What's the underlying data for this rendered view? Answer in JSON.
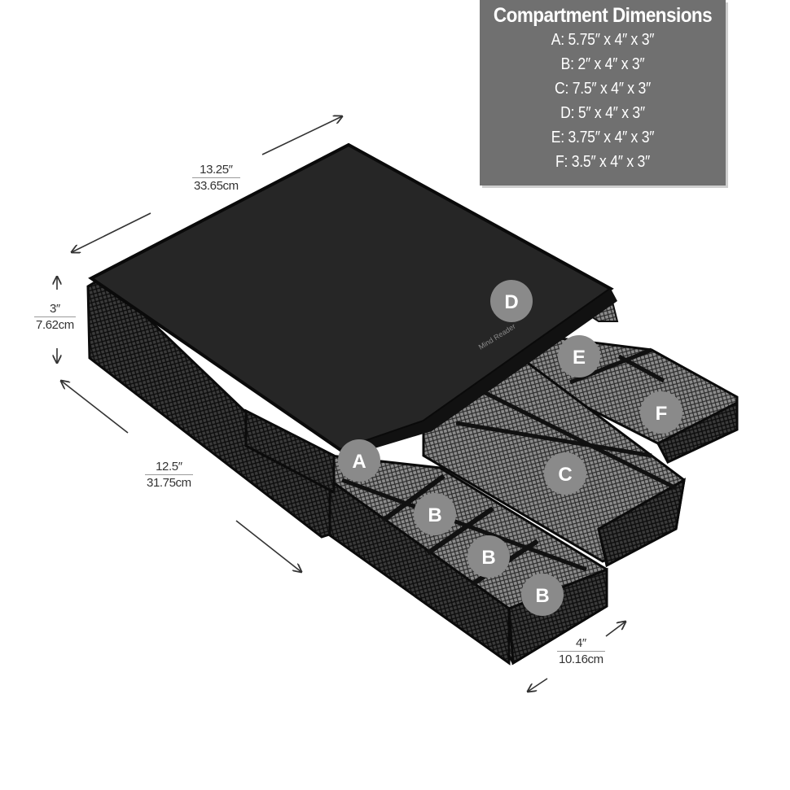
{
  "panel": {
    "title": "Compartment Dimensions",
    "lines": [
      "A: 5.75″ x 4″ x 3″",
      "B: 2″ x 4″ x 3″",
      "C: 7.5″ x 4″ x 3″",
      "D: 5″ x 4″ x 3″",
      "E: 3.75″ x 4″ x 3″",
      "F: 3.5″ x 4″ x 3″"
    ]
  },
  "dimensions": {
    "width": {
      "inches": "13.25″",
      "cm": "33.65cm"
    },
    "height": {
      "inches": "3″",
      "cm": "7.62cm"
    },
    "depth": {
      "inches": "12.5″",
      "cm": "31.75cm"
    },
    "drawer": {
      "inches": "4″",
      "cm": "10.16cm"
    }
  },
  "compartments": {
    "a": "A",
    "b1": "B",
    "b2": "B",
    "b3": "B",
    "c": "C",
    "d": "D",
    "e": "E",
    "f": "F"
  },
  "brand_text": "Mind Reader",
  "colors": {
    "panel": "#707070",
    "badge": "#8a8a8a",
    "product": "#1c1c1c"
  }
}
